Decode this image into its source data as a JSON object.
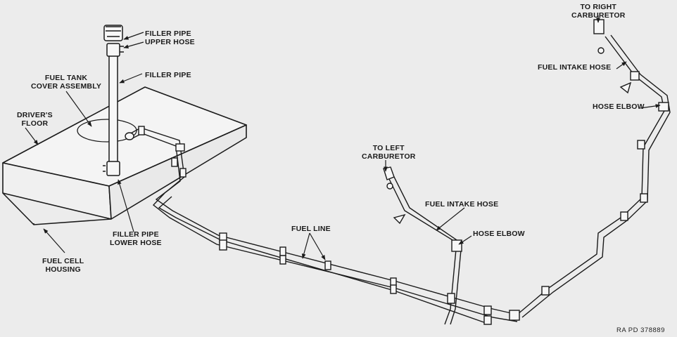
{
  "labels": {
    "filler_pipe_upper_hose": "FILLER PIPE\nUPPER HOSE",
    "filler_pipe": "FILLER PIPE",
    "fuel_tank_cover_assembly": "FUEL TANK\nCOVER ASSEMBLY",
    "drivers_floor": "DRIVER'S\nFLOOR",
    "filler_pipe_lower_hose": "FILLER PIPE\nLOWER HOSE",
    "fuel_cell_housing": "FUEL CELL\nHOUSING",
    "fuel_line": "FUEL LINE",
    "to_left_carburetor": "TO LEFT\nCARBURETOR",
    "fuel_intake_hose_left": "FUEL INTAKE HOSE",
    "hose_elbow_left": "HOSE ELBOW",
    "to_right_carburetor": "TO RIGHT\nCARBURETOR",
    "fuel_intake_hose_right": "FUEL INTAKE HOSE",
    "hose_elbow_right": "HOSE ELBOW"
  },
  "reference_code": "RA PD 378889"
}
